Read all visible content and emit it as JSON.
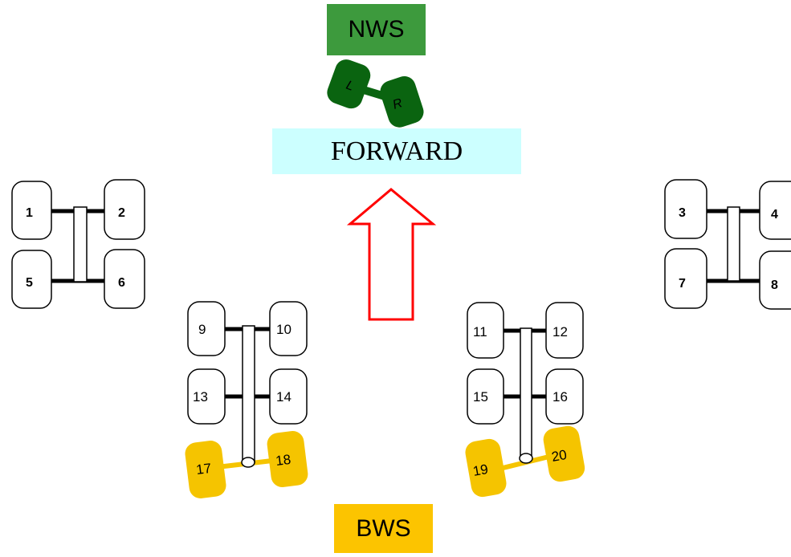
{
  "labels": {
    "nws": "NWS",
    "forward": "FORWARD",
    "bws": "BWS",
    "nose_left": "L",
    "nose_right": "R"
  },
  "wheels": {
    "w1": "1",
    "w2": "2",
    "w3": "3",
    "w4": "4",
    "w5": "5",
    "w6": "6",
    "w7": "7",
    "w8": "8",
    "w9": "9",
    "w10": "10",
    "w11": "11",
    "w12": "12",
    "w13": "13",
    "w14": "14",
    "w15": "15",
    "w16": "16",
    "w17": "17",
    "w18": "18",
    "w19": "19",
    "w20": "20"
  },
  "colors": {
    "nws": "#3d9a3d",
    "nose_wheels": "#0a6410",
    "forward": "#ccffff",
    "bws": "#fcc400",
    "steered_wheels": "#f5c400",
    "arrow": "#ff0000"
  }
}
